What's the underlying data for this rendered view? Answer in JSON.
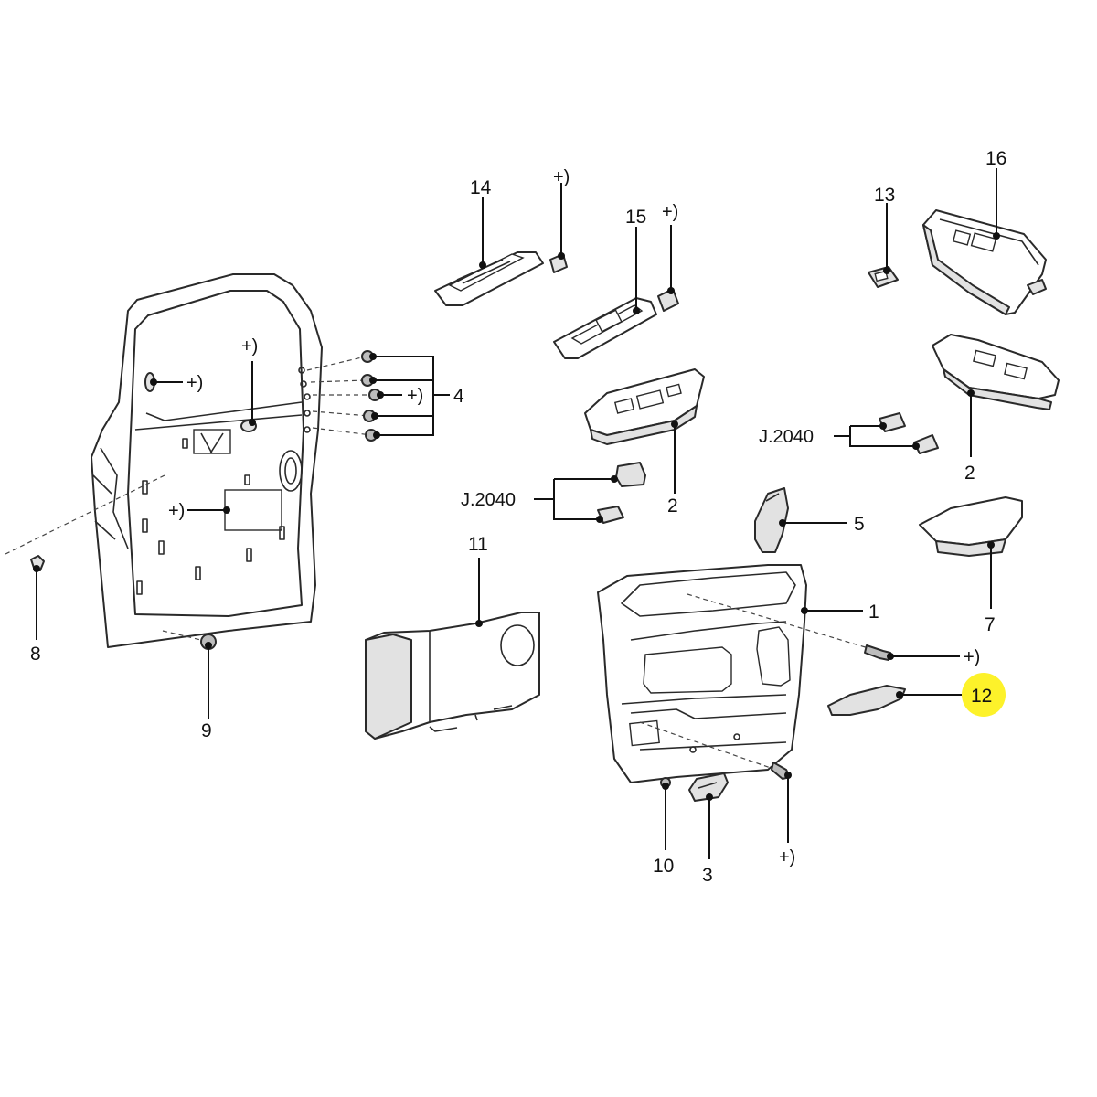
{
  "diagram": {
    "callouts": {
      "c1": "1",
      "c2a": "2",
      "c2b": "2",
      "c3": "3",
      "c4": "4",
      "c5": "5",
      "c7": "7",
      "c8": "8",
      "c9": "9",
      "c10": "10",
      "c11": "11",
      "c12": "12",
      "c13": "13",
      "c14": "14",
      "c15": "15",
      "c16": "16"
    },
    "notes": {
      "plus": "+)",
      "j2040": "J.2040"
    },
    "highlighted_callout": "12",
    "highlight_color": "#fdf22a"
  }
}
